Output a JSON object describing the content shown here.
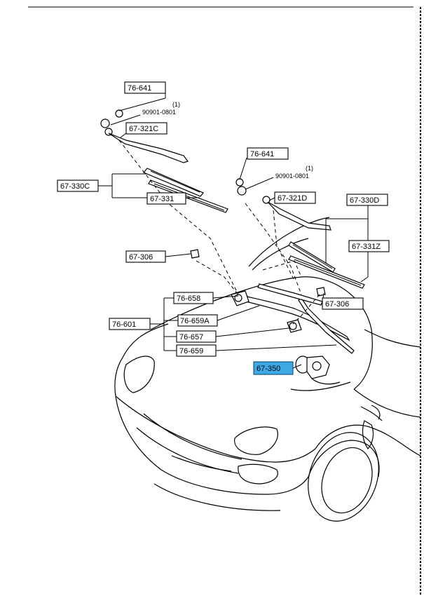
{
  "labels": {
    "c76_641_a": "76-641",
    "c90901_a_qty": "(1)",
    "c90901_a": "90901-0801",
    "c67_321c": "67-321C",
    "c67_330c": "67-330C",
    "c67_331": "67-331",
    "c67_306_a": "67-306",
    "c76_641_b": "76-641",
    "c90901_b_qty": "(1)",
    "c90901_b": "90901-0801",
    "c67_321d": "67-321D",
    "c67_330d": "67-330D",
    "c67_331z": "67-331Z",
    "c67_306_b": "67-306",
    "c76_658": "76-658",
    "c76_659a": "76-659A",
    "c76_601": "76-601",
    "c76_657": "76-657",
    "c76_659": "76-659",
    "c67_350": "67-350"
  },
  "colors": {
    "highlight": "#3fa9e6",
    "ink": "#000000",
    "paper": "#ffffff"
  }
}
